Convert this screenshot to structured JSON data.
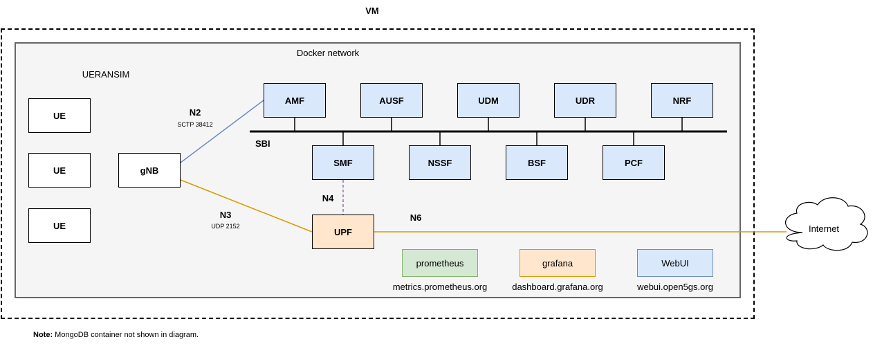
{
  "vm_title": "VM",
  "docker_network_label": "Docker network",
  "ueransim_label": "UERANSIM",
  "ues": [
    "UE",
    "UE",
    "UE"
  ],
  "gnb": "gNB",
  "core_top": [
    "AMF",
    "AUSF",
    "UDM",
    "UDR",
    "NRF"
  ],
  "core_bottom": [
    "SMF",
    "NSSF",
    "BSF",
    "PCF"
  ],
  "upf": "UPF",
  "sbi_label": "SBI",
  "interfaces": {
    "n2": {
      "name": "N2",
      "proto": "SCTP 38412"
    },
    "n3": {
      "name": "N3",
      "proto": "UDP 2152"
    },
    "n4": {
      "name": "N4"
    },
    "n6": {
      "name": "N6"
    }
  },
  "internet": "Internet",
  "services": [
    {
      "name": "prometheus",
      "url": "metrics.prometheus.org"
    },
    {
      "name": "grafana",
      "url": "dashboard.grafana.org"
    },
    {
      "name": "WebUI",
      "url": "webui.open5gs.org"
    }
  ],
  "note": {
    "bold": "Note:",
    "text": " MongoDB container not shown in diagram."
  },
  "colors": {
    "nf_fill": "#dae8fc",
    "upf_fill": "#ffe6cc",
    "n2_line": "#6c8ebf",
    "user_plane_line": "#d79b00",
    "n4_line": "#9673a6",
    "docker_fill": "#f5f5f5",
    "docker_border": "#666666"
  }
}
